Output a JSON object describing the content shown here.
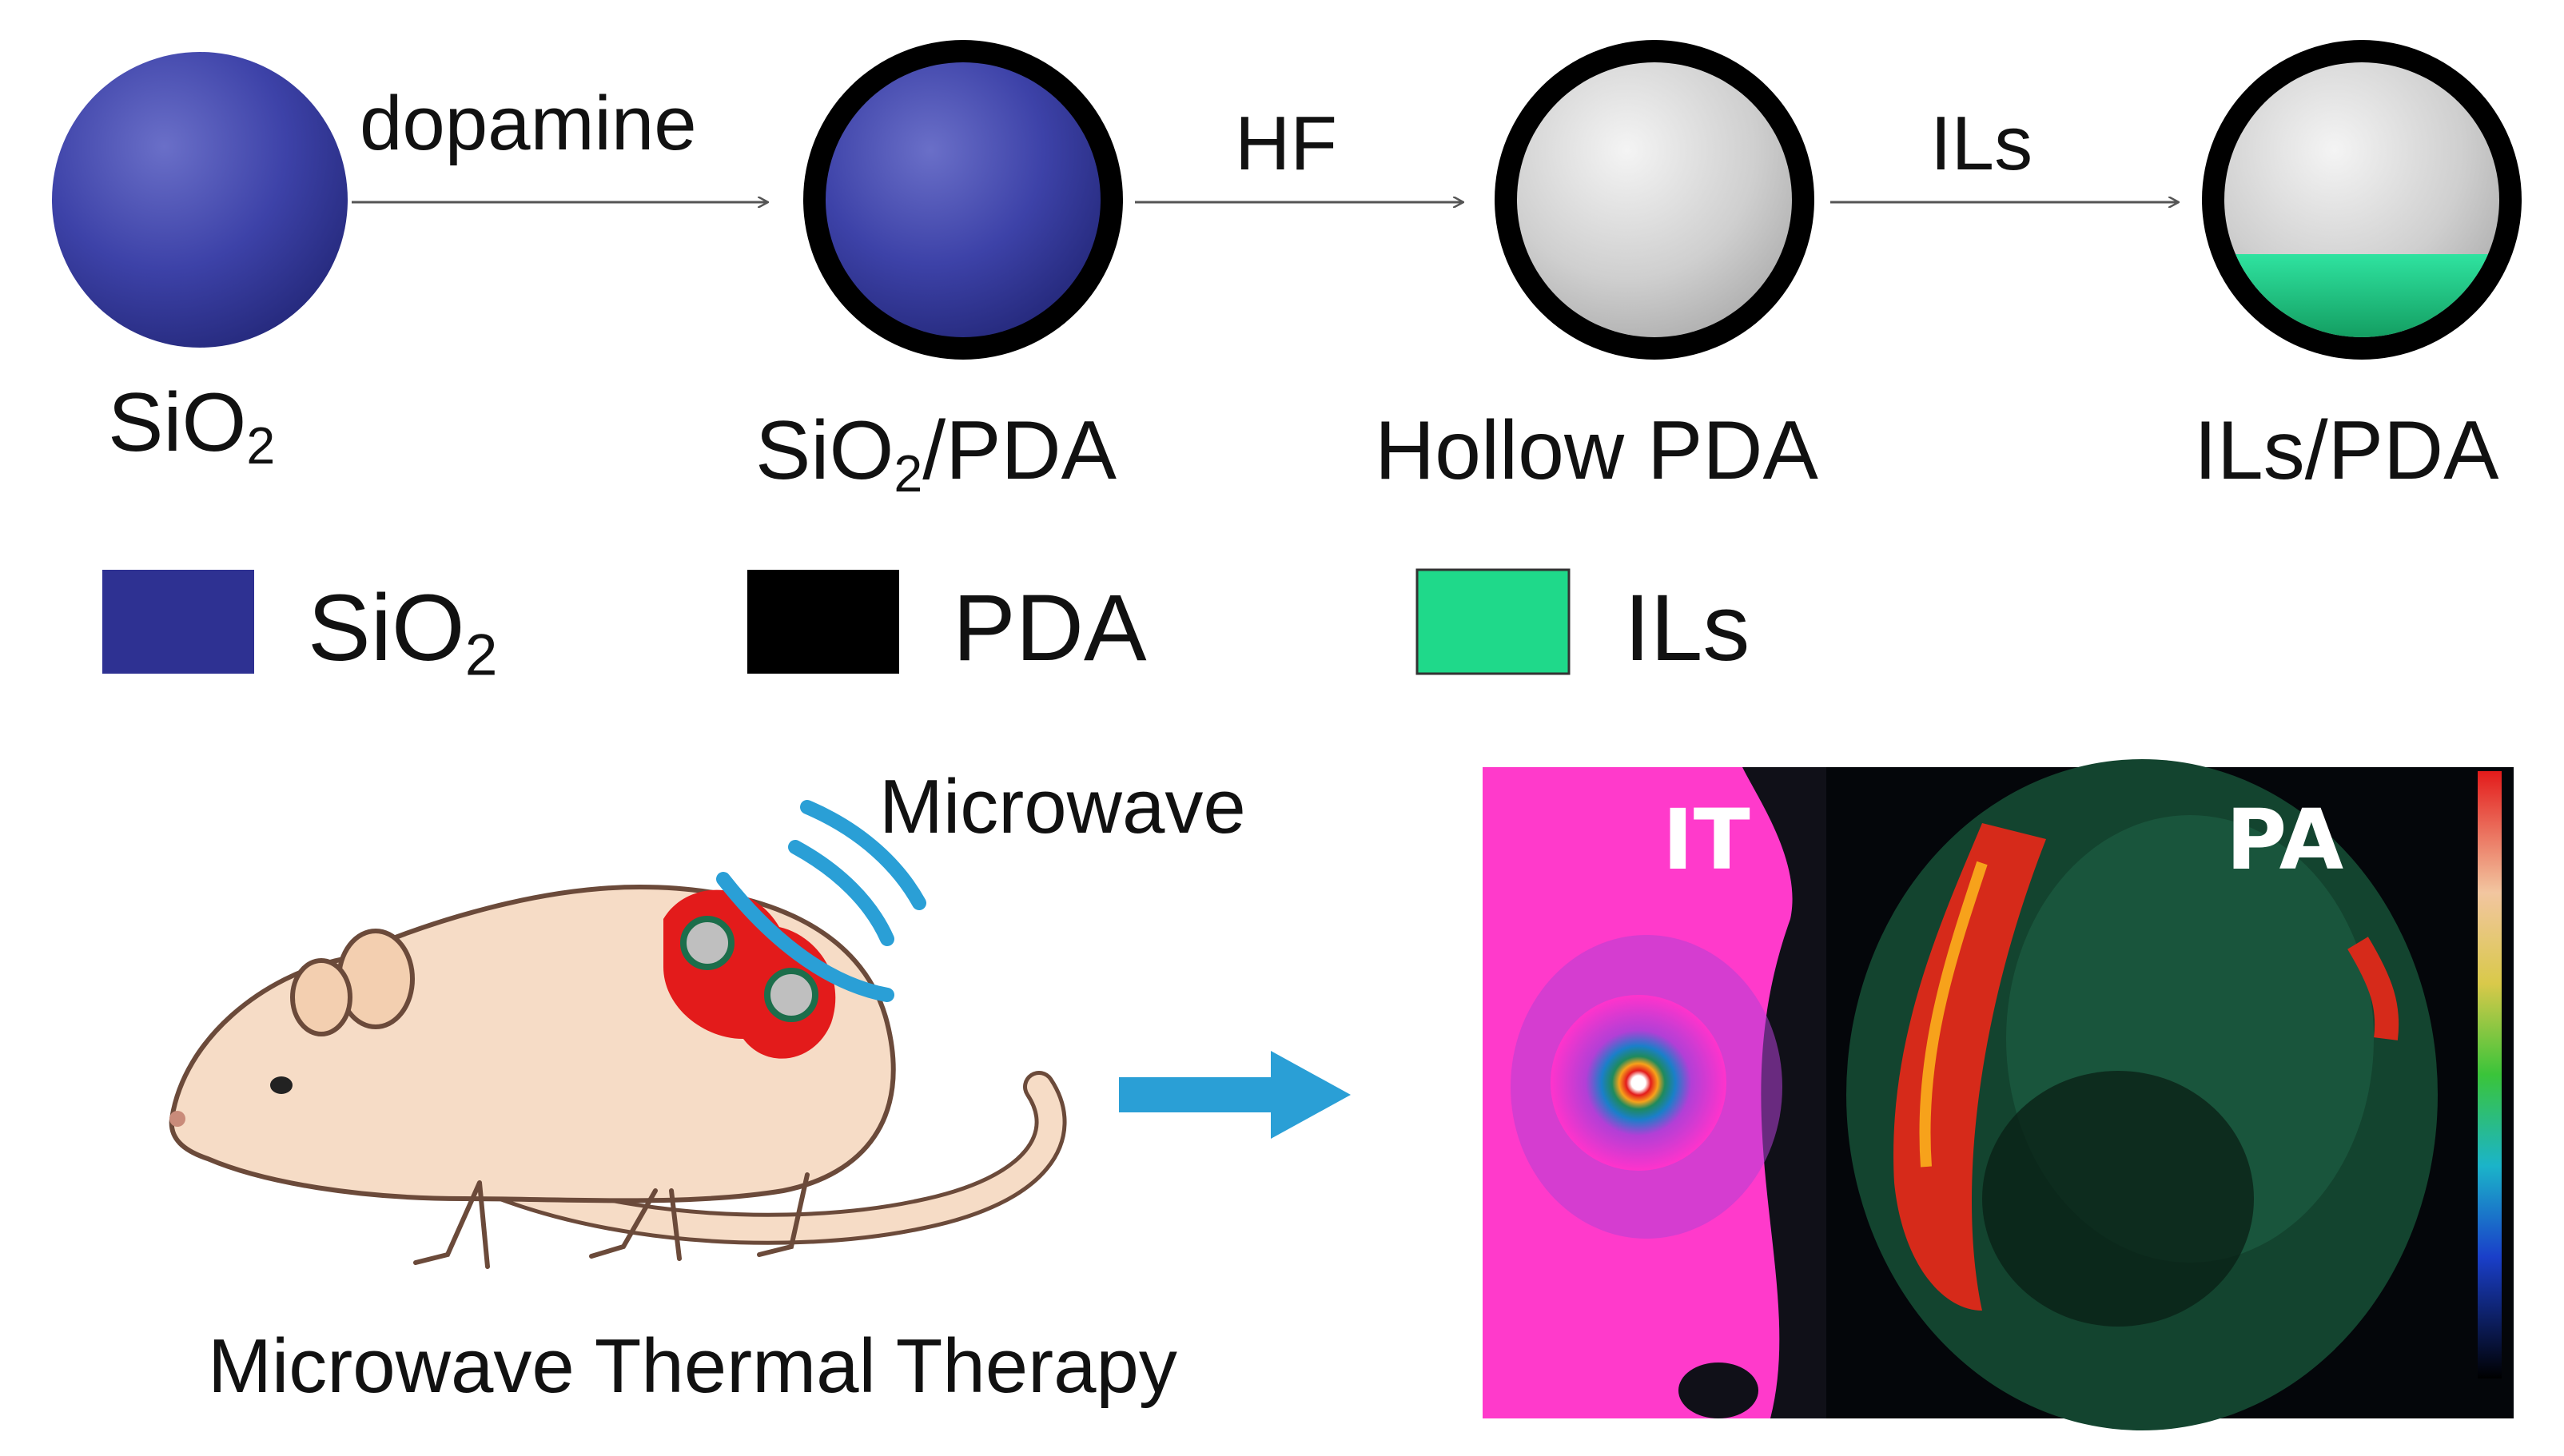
{
  "process": {
    "steps": [
      {
        "label": "SiO",
        "sub": "2",
        "suffix": ""
      },
      {
        "label": "SiO",
        "sub": "2",
        "suffix": "/PDA"
      },
      {
        "label": "Hollow PDA",
        "sub": "",
        "suffix": ""
      },
      {
        "label": "ILs/PDA",
        "sub": "",
        "suffix": ""
      }
    ],
    "arrows": [
      {
        "label": "dopamine"
      },
      {
        "label": "HF"
      },
      {
        "label": "ILs"
      }
    ]
  },
  "legend": {
    "items": [
      {
        "label": "SiO",
        "sub": "2",
        "color": "#2e3192"
      },
      {
        "label": "PDA",
        "sub": "",
        "color": "#000000"
      },
      {
        "label": "ILs",
        "sub": "",
        "color": "#1fd98a"
      }
    ]
  },
  "therapy": {
    "microwave_label": "Microwave",
    "caption": "Microwave Thermal Therapy",
    "arrow_color": "#2a9fd6"
  },
  "imaging": {
    "panels": [
      {
        "label": "IT"
      },
      {
        "label": "PA"
      }
    ]
  },
  "colors": {
    "silica": "#2e3192",
    "pda": "#000000",
    "ionic_liquid": "#1fd98a",
    "hollow": "#c8c8c8"
  }
}
